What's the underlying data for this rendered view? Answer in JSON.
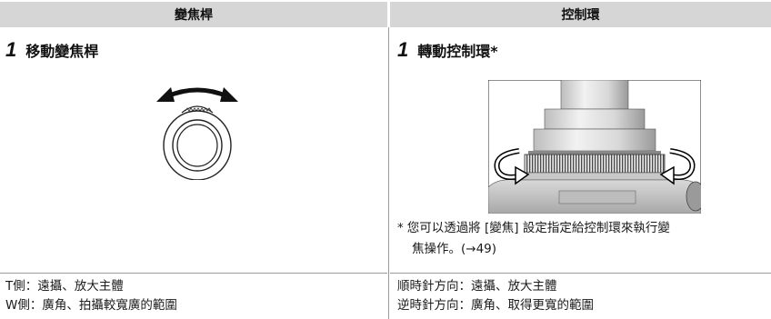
{
  "left": {
    "header": "變焦桿",
    "step_number": "1",
    "step_text": "移動變焦桿",
    "lines": [
      "T側：遠攝、放大主體",
      "W側：廣角、拍攝較寬廣的範圍"
    ]
  },
  "right": {
    "header": "控制環",
    "step_number": "1",
    "step_text": "轉動控制環*",
    "note": {
      "star": "*",
      "line1": "您可以透過將 [變焦] 設定指定給控制環來執行變",
      "line2": "焦操作。(→49)"
    },
    "lines": [
      "順時針方向：遠攝、放大主體",
      "逆時針方向：廣角、取得更寬的範圍"
    ]
  }
}
